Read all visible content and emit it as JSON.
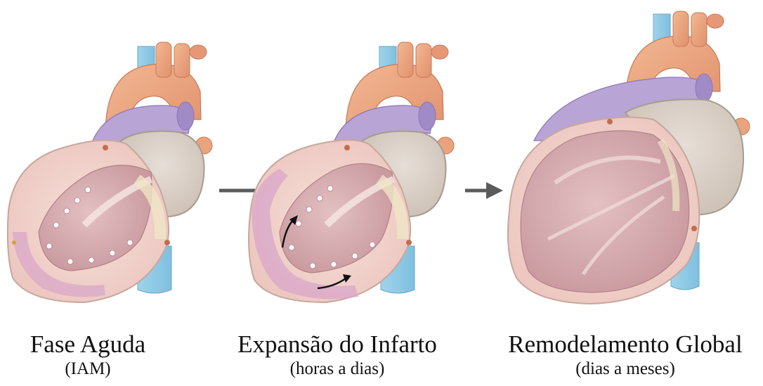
{
  "stages": [
    {
      "title": "Fase Aguda",
      "subtitle": "(IAM)"
    },
    {
      "title": "Expansão do Infarto",
      "subtitle": "(horas a dias)"
    },
    {
      "title": "Remodelamento Global",
      "subtitle": "(dias a meses)"
    }
  ],
  "colors": {
    "aorta": "#eba37d",
    "pulmonary": "#b9a4d6",
    "vena_cava": "#8ec9e6",
    "myocardium": "#f1d2cb",
    "infarct": "#d9a5c9",
    "chamber": "#dcb0b3",
    "septum_fill": "#e0d6cf",
    "arrow": "#5b5b5b"
  }
}
